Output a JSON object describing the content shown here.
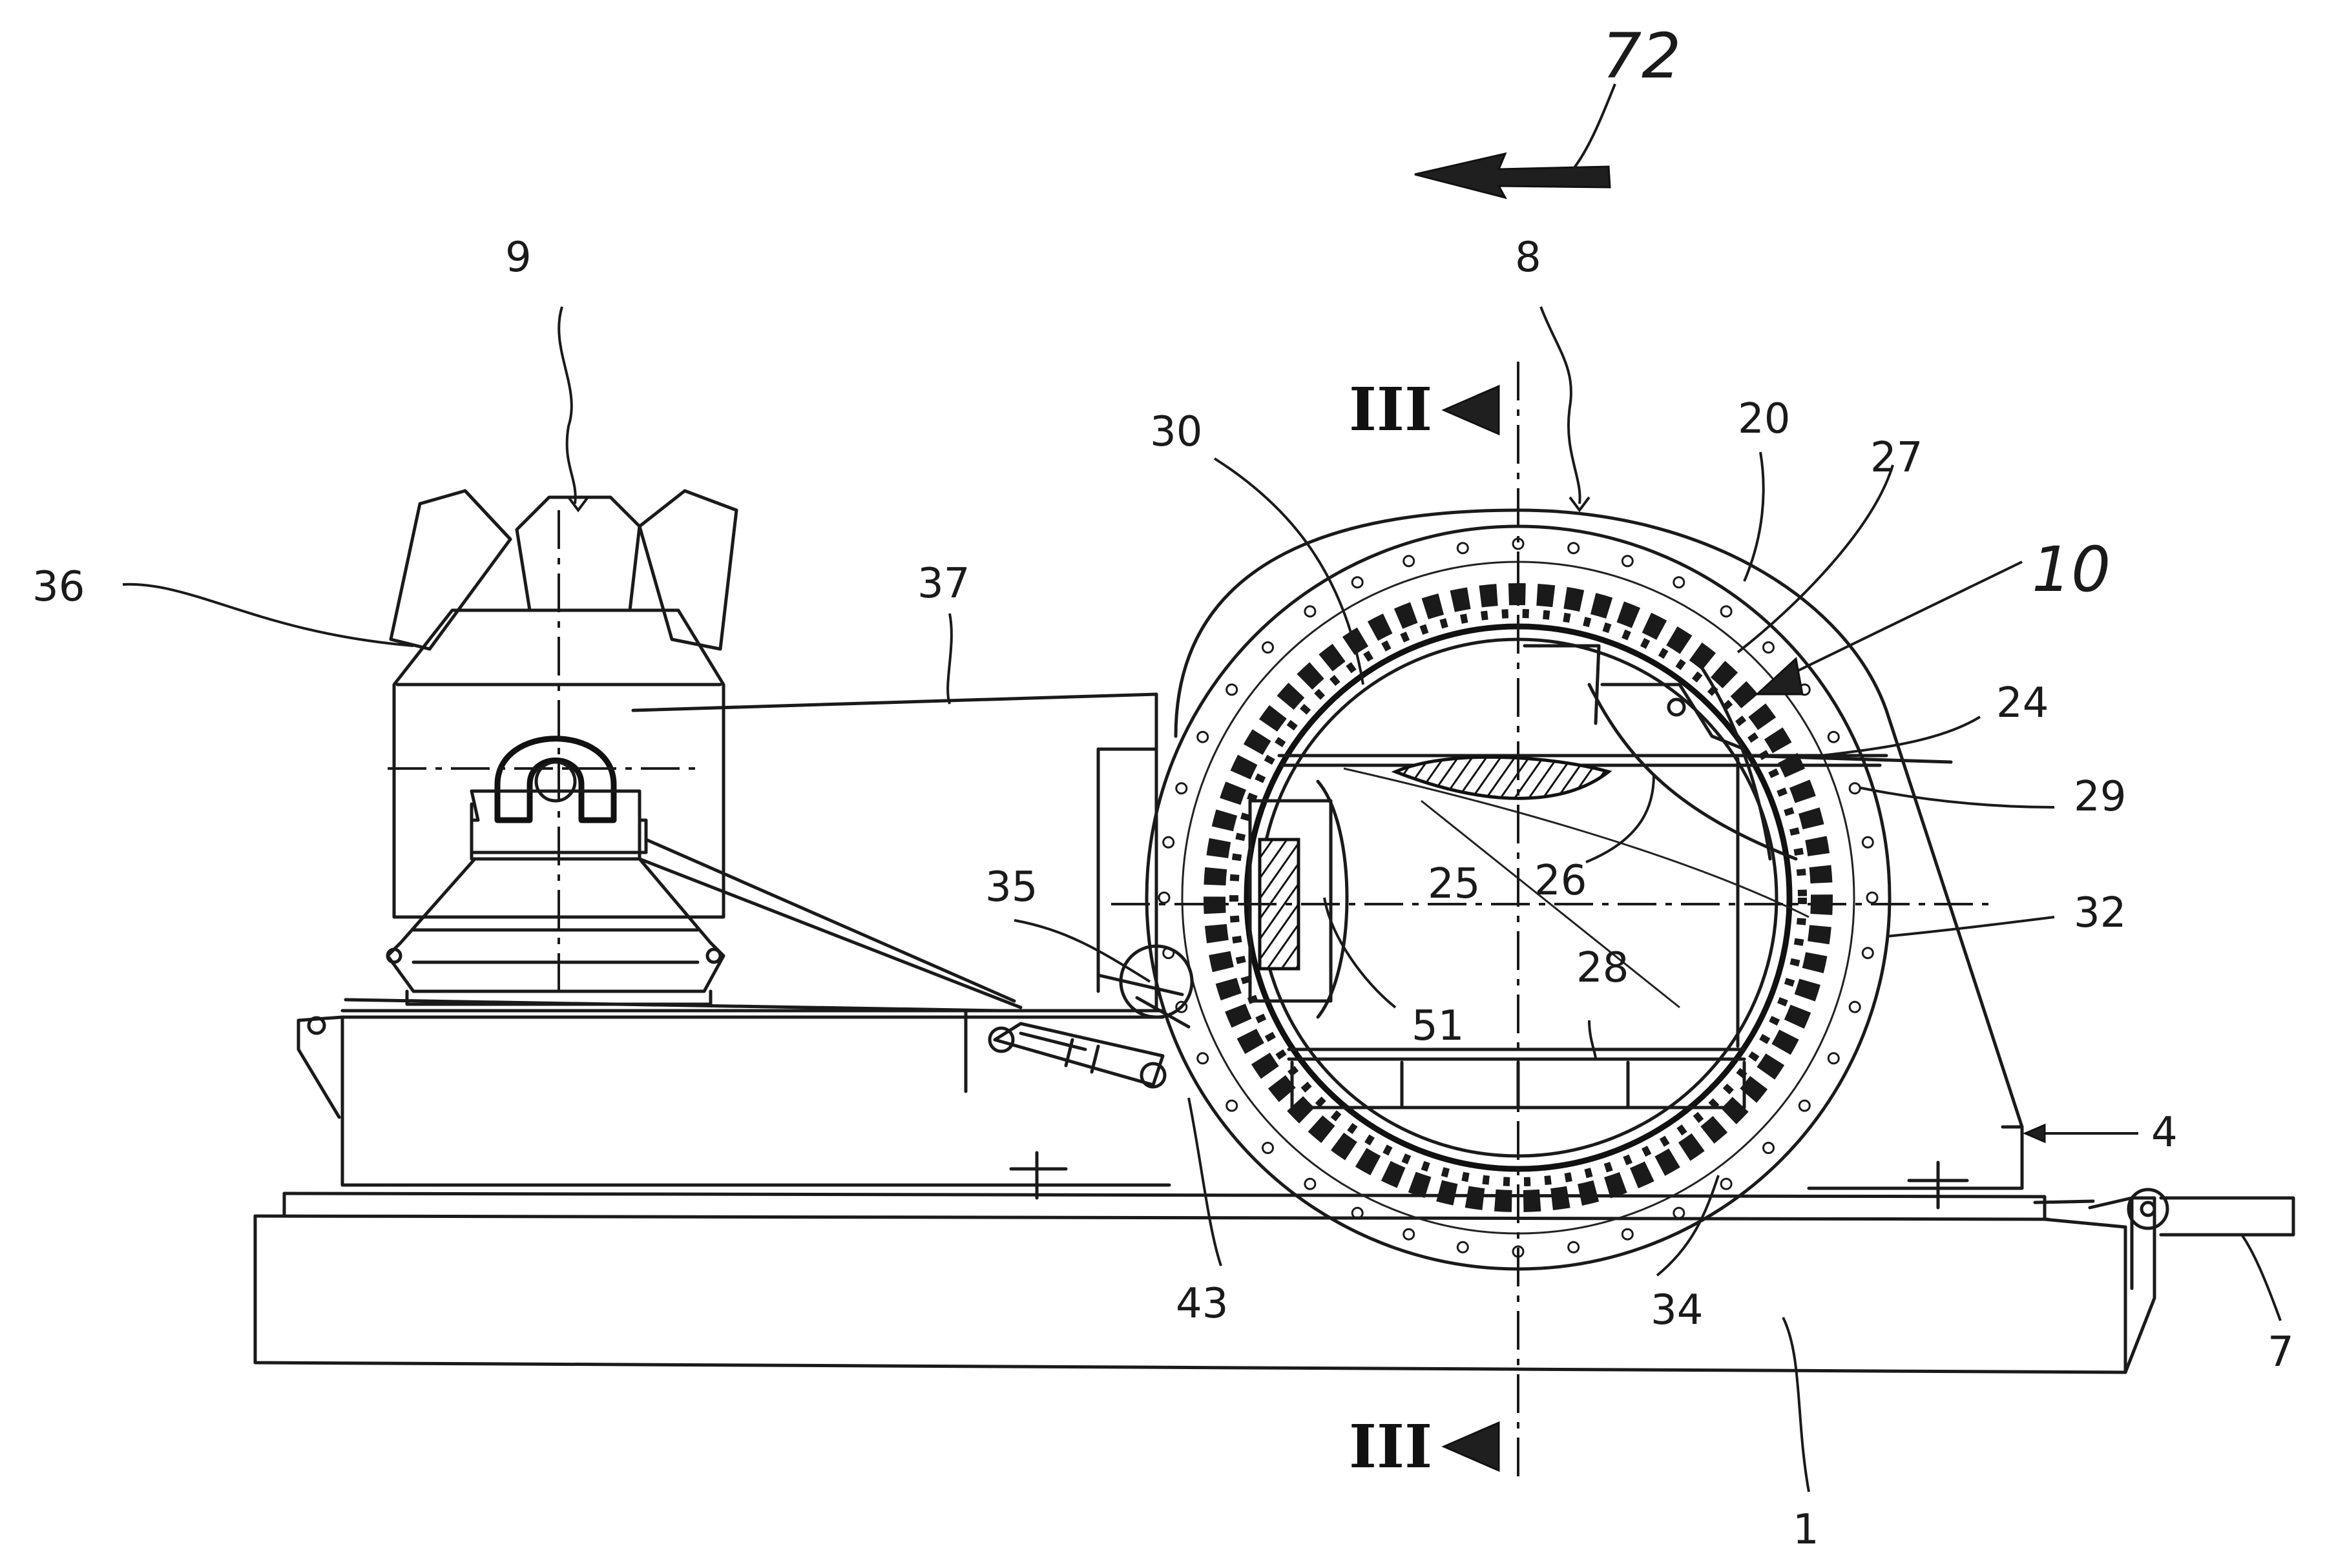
{
  "figure": {
    "labels": {
      "l72": "72",
      "l9": "9",
      "l8": "8",
      "l36": "36",
      "l37": "37",
      "l30": "30",
      "l20": "20",
      "l27": "27",
      "l10": "10",
      "l24": "24",
      "l29": "29",
      "l32": "32",
      "l35": "35",
      "l25": "25",
      "l26": "26",
      "l28": "28",
      "l51": "51",
      "l4": "4",
      "l43": "43",
      "l34": "34",
      "l7": "7",
      "l1": "1"
    },
    "section_mark": "III"
  }
}
